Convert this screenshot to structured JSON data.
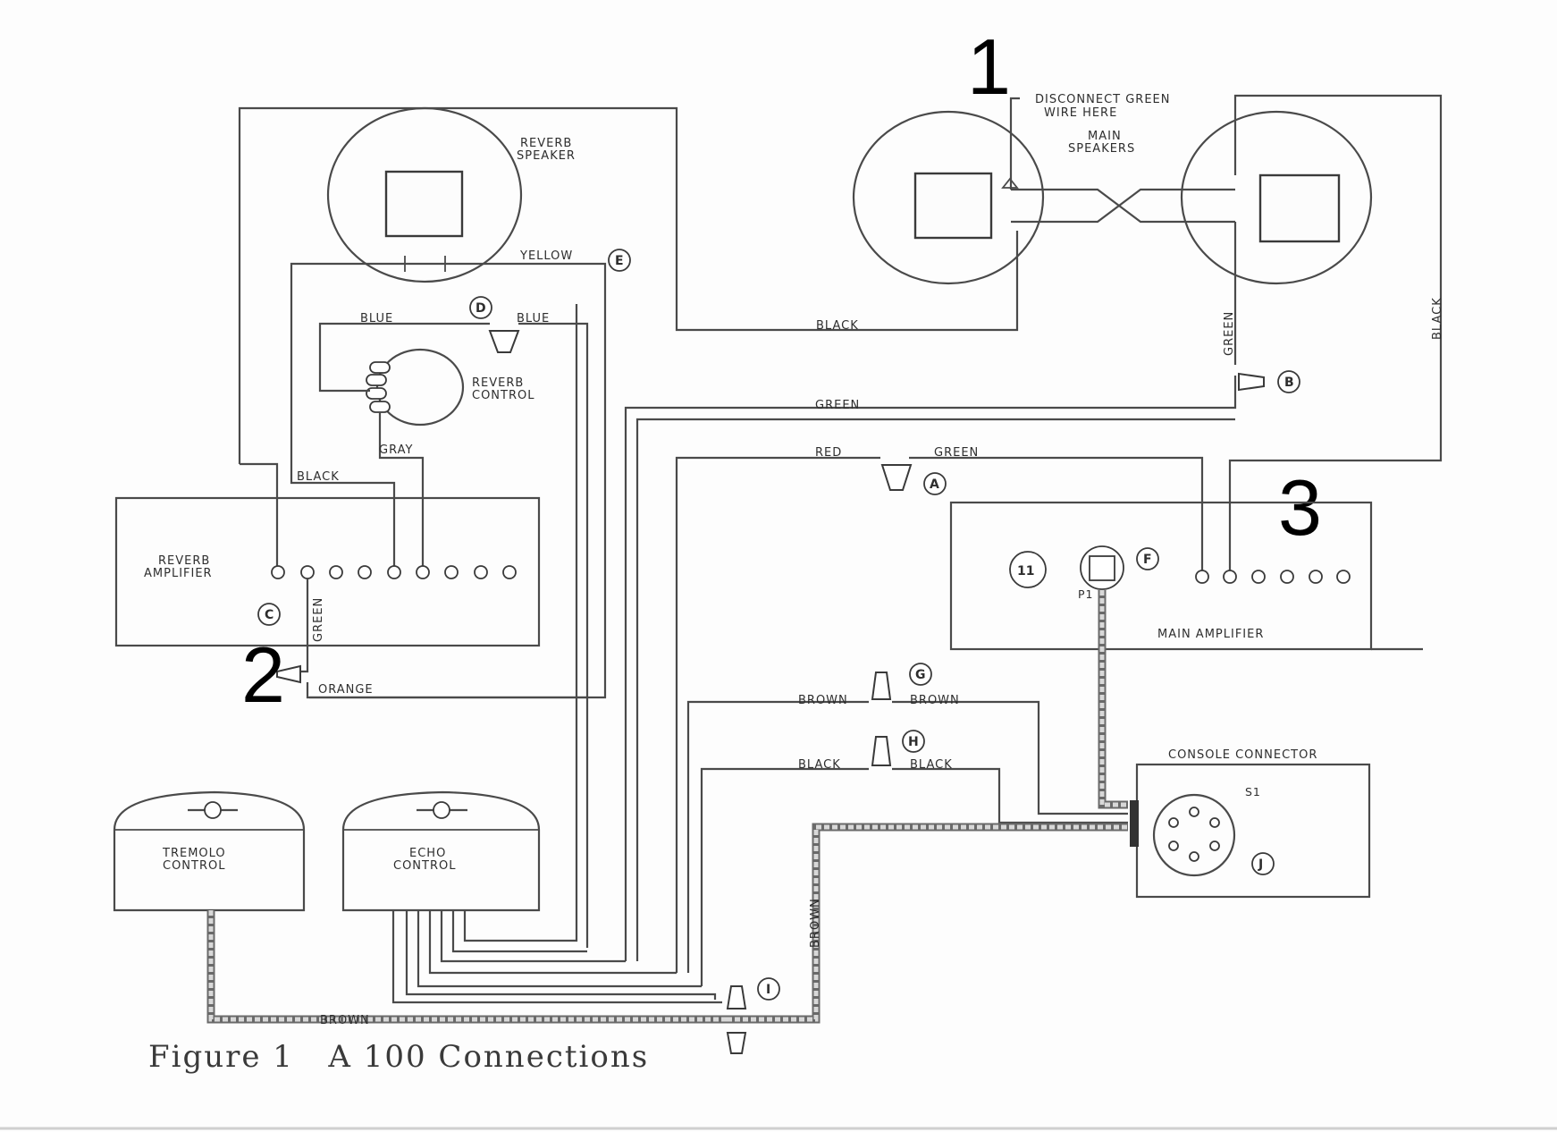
{
  "markers": {
    "one": "1",
    "two": "2",
    "three": "3"
  },
  "caption": "Figure 1   A 100 Connections",
  "notes": {
    "disconnect_line1": "DISCONNECT GREEN",
    "disconnect_line2": "WIRE HERE",
    "main_speakers_line1": "MAIN",
    "main_speakers_line2": "SPEAKERS"
  },
  "components": {
    "reverb_speaker_line1": "REVERB",
    "reverb_speaker_line2": "SPEAKER",
    "reverb_control_line1": "REVERB",
    "reverb_control_line2": "CONTROL",
    "reverb_amplifier_line1": "REVERB",
    "reverb_amplifier_line2": "AMPLIFIER",
    "main_amplifier": "MAIN AMPLIFIER",
    "console_connector": "CONSOLE CONNECTOR",
    "s1": "S1",
    "p1": "P1",
    "tremolo_line1": "TREMOLO",
    "tremolo_line2": "CONTROL",
    "echo_line1": "ECHO",
    "echo_line2": "CONTROL"
  },
  "wire_labels": {
    "yellow": "YELLOW",
    "blue_left": "BLUE",
    "blue_right": "BLUE",
    "gray": "GRAY",
    "black_reverb": "BLACK",
    "black_top": "BLACK",
    "black_right": "BLACK",
    "green_top": "GREEN",
    "green_right": "GREEN",
    "red": "RED",
    "green_a": "GREEN",
    "green_reverb": "GREEN",
    "orange": "ORANGE",
    "brown_g_left": "BROWN",
    "brown_g_right": "BROWN",
    "black_h_left": "BLACK",
    "black_h_right": "BLACK",
    "brown_vertical": "BROWN",
    "brown_bottom": "BROWN"
  },
  "connector_ids": {
    "a": "A",
    "b": "B",
    "c": "C",
    "d": "D",
    "e": "E",
    "f": "F",
    "g": "G",
    "h": "H",
    "i": "I",
    "j": "J",
    "eleven": "11"
  }
}
